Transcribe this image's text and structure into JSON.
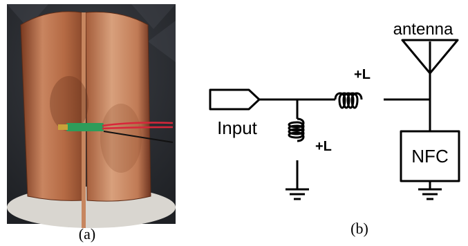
{
  "figure": {
    "panel_a": {
      "caption": "(a)"
    },
    "panel_b": {
      "caption": "(b)",
      "labels": {
        "antenna": "antenna",
        "series_inductor": "+L",
        "shunt_inductor": "+L",
        "input": "Input",
        "nfc": "NFC"
      }
    }
  },
  "colors": {
    "line": "#000000",
    "copper_light": "#e0a07a",
    "copper_mid": "#c27450",
    "copper_dark": "#7d3f25",
    "anechoic_bg": "#2a2c31",
    "pedestal": "#d9d6d0",
    "pcb_green": "#2e9c5a",
    "wire_red": "#d8263a"
  }
}
